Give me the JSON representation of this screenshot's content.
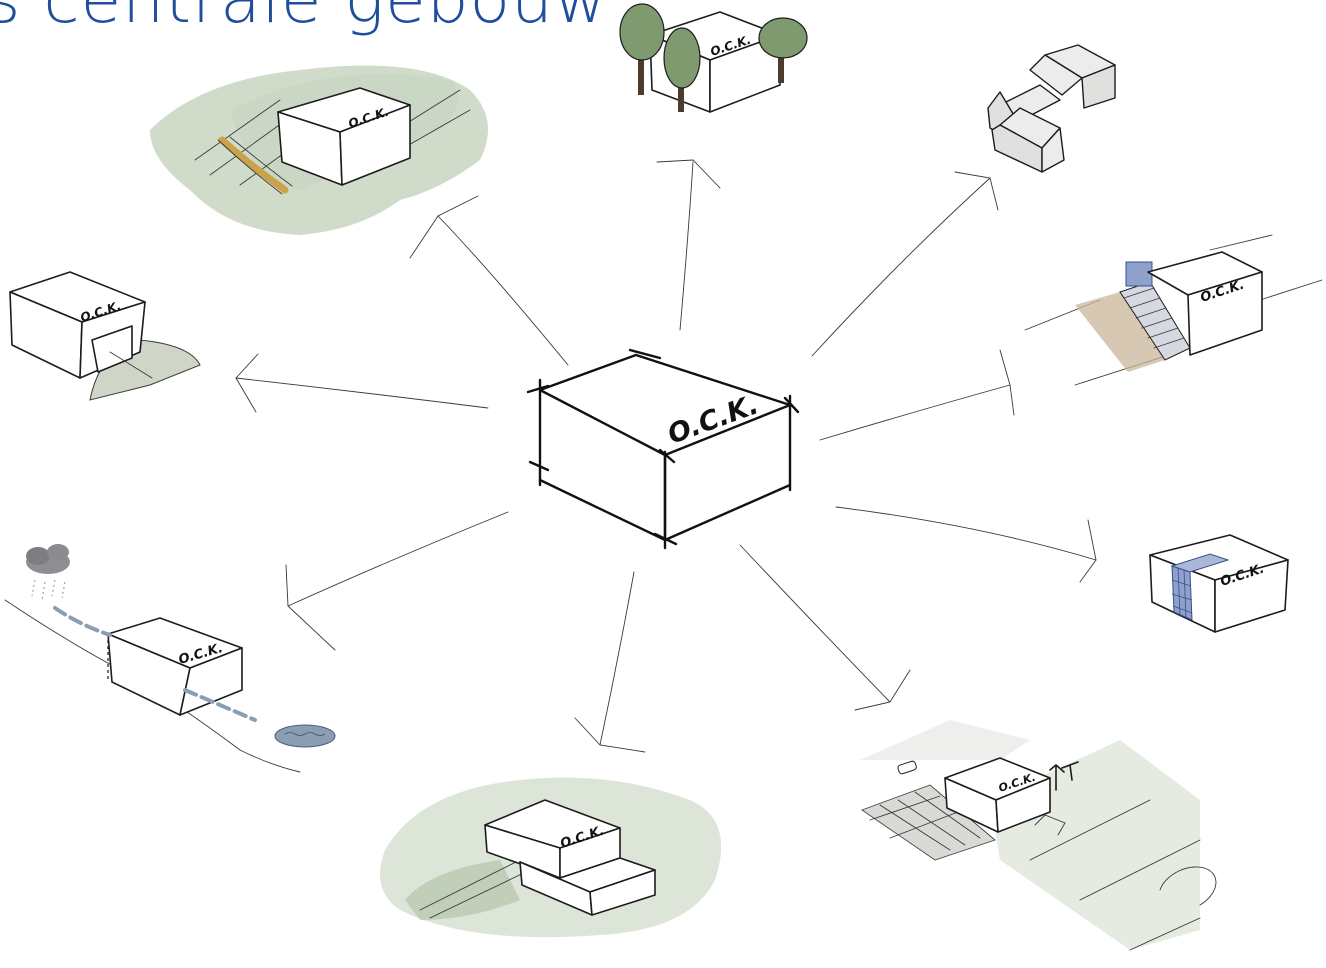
{
  "title": "s centrale gebouw",
  "title_color": "#1f4e9c",
  "center_label": "O.C.K.",
  "satellite_label": "O.C.K.",
  "sketch_palette": {
    "ink": "#1c1c1c",
    "greenery": "#a9be9f",
    "water": "#8a9db3",
    "facade_grid": "#5b72b0",
    "path": "#c9a24a"
  }
}
